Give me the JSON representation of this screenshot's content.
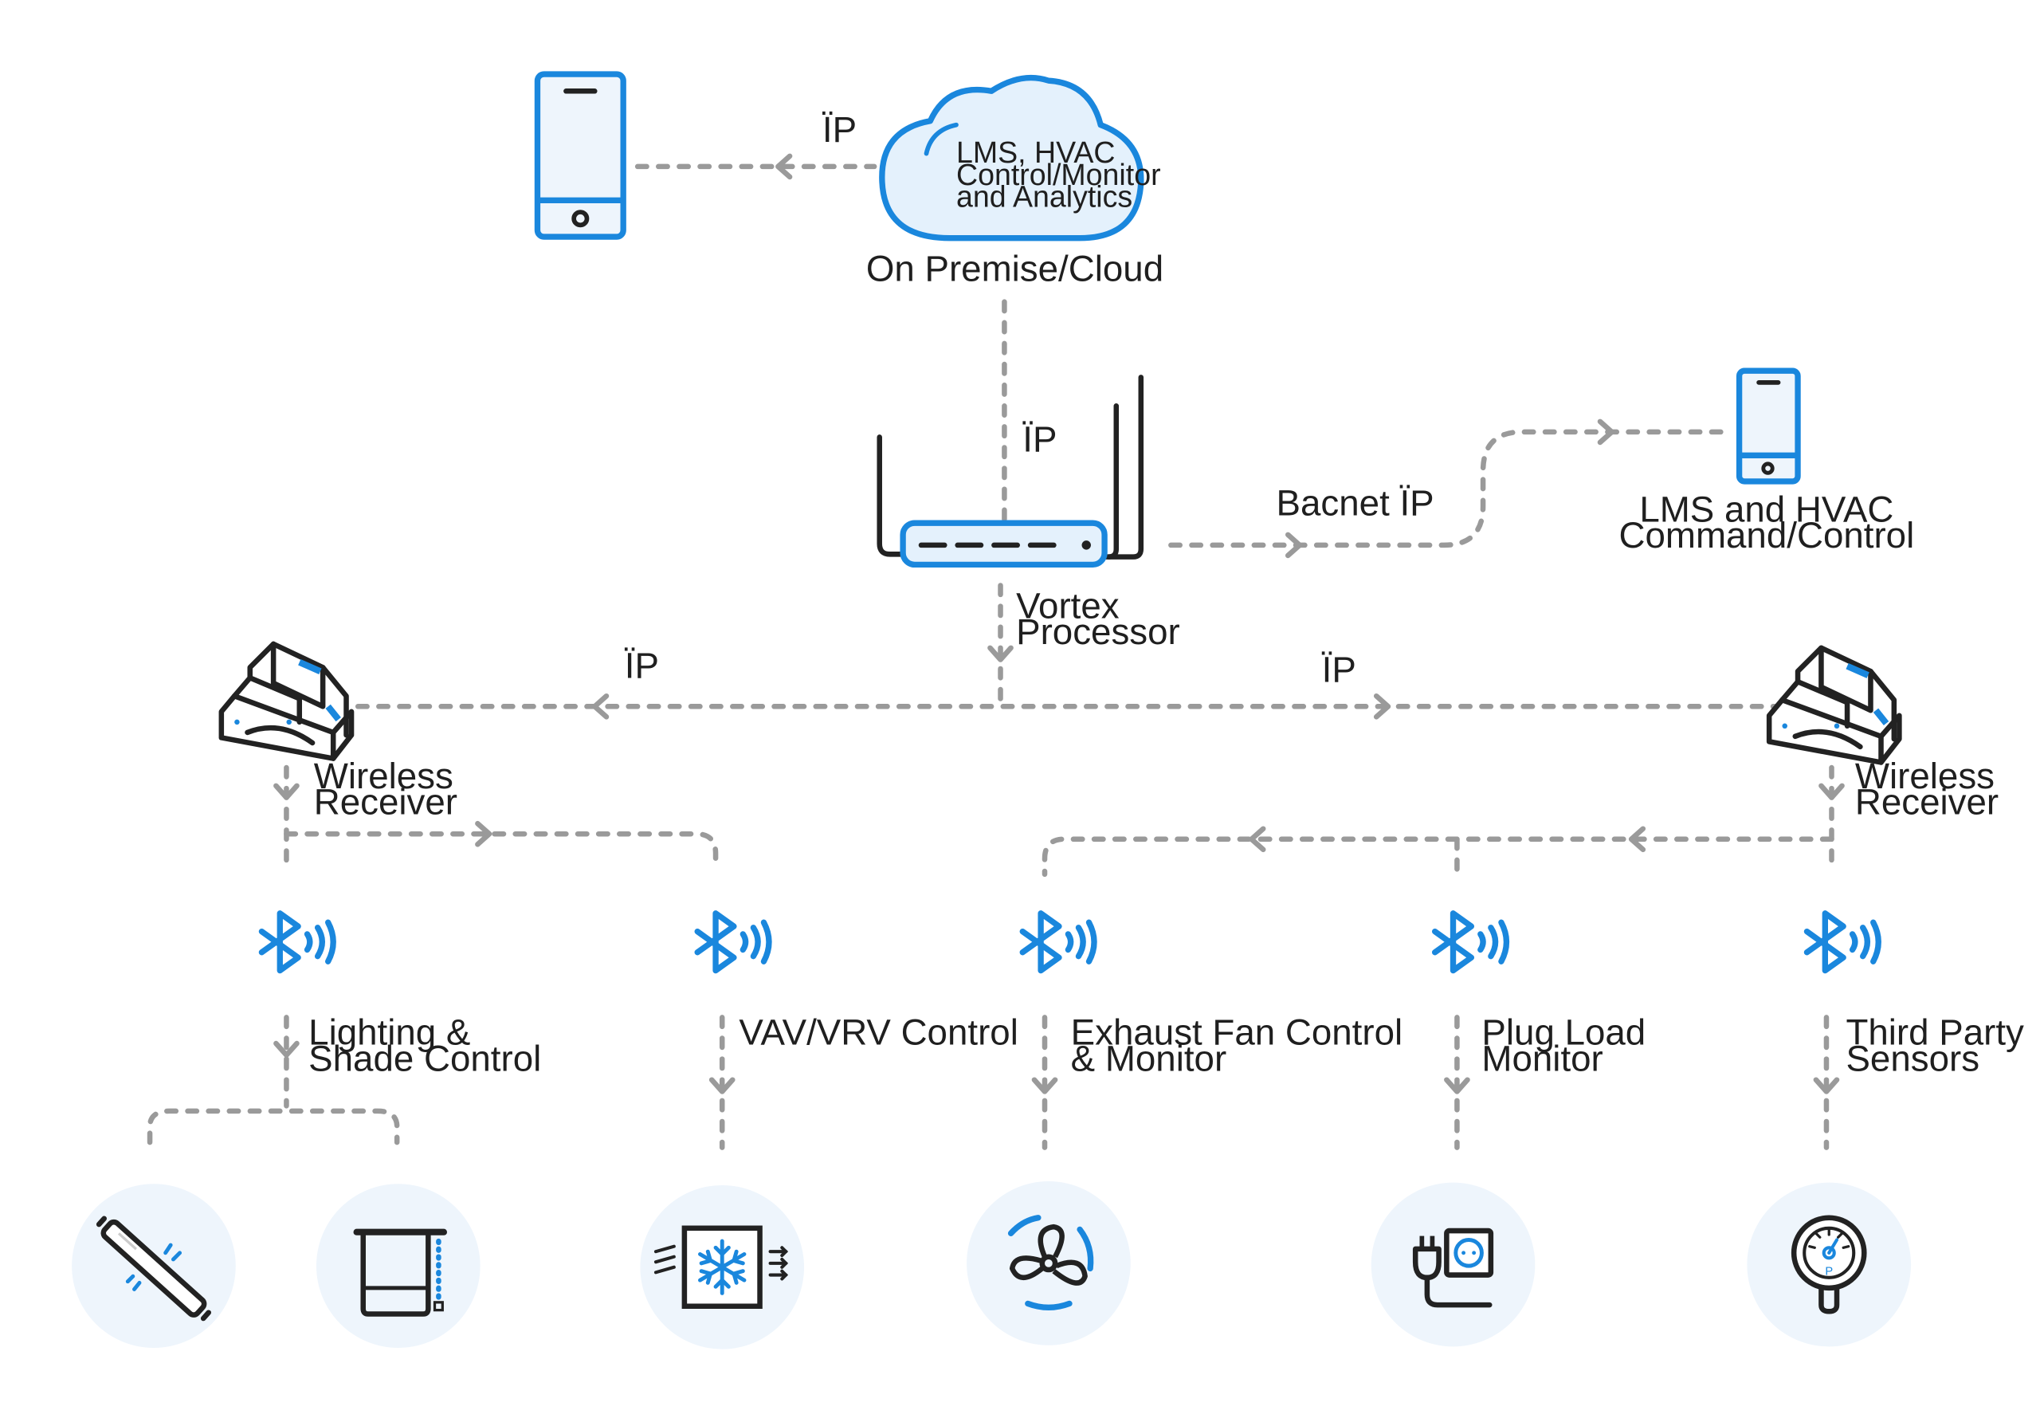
{
  "cloud": {
    "line1": "LMS, HVAC",
    "line2": "Control/Monitor",
    "line3": "and Analytics",
    "caption": "On Premise/Cloud"
  },
  "links": {
    "ip_phone": "ÏP",
    "ip_router": "ÏP",
    "bacnet": "Bacnet ÏP",
    "ip_left": "ÏP",
    "ip_right": "ÏP"
  },
  "router": {
    "line1": "Vortex",
    "line2": "Processor"
  },
  "command_phone": {
    "line1": "LMS and HVAC",
    "line2": "Command/Control"
  },
  "receivers": {
    "left": {
      "line1": "Wireless",
      "line2": "Receiver"
    },
    "right": {
      "line1": "Wireless",
      "line2": "Receiver"
    }
  },
  "controls": {
    "lighting": {
      "line1": "Lighting &",
      "line2": "Shade Control"
    },
    "vav": {
      "line1": "VAV/VRV Control"
    },
    "exhaust": {
      "line1": "Exhaust Fan Control",
      "line2": "& Monitor"
    },
    "plug": {
      "line1": "Plug Load",
      "line2": "Monitor"
    },
    "sensors": {
      "line1": "Third Party",
      "line2": "Sensors"
    }
  },
  "gauge_letter": "P",
  "colors": {
    "accent": "#1a87dd",
    "connector": "#9a9a9a",
    "icon_bg": "#eef5fc",
    "text": "#1f1f1f"
  },
  "icons": [
    "smartphone-icon",
    "cloud-icon",
    "router-icon",
    "wireless-receiver-icon",
    "bluetooth-icon",
    "tube-light-icon",
    "window-shade-icon",
    "hvac-unit-icon",
    "fan-icon",
    "power-plug-icon",
    "pressure-gauge-icon"
  ]
}
